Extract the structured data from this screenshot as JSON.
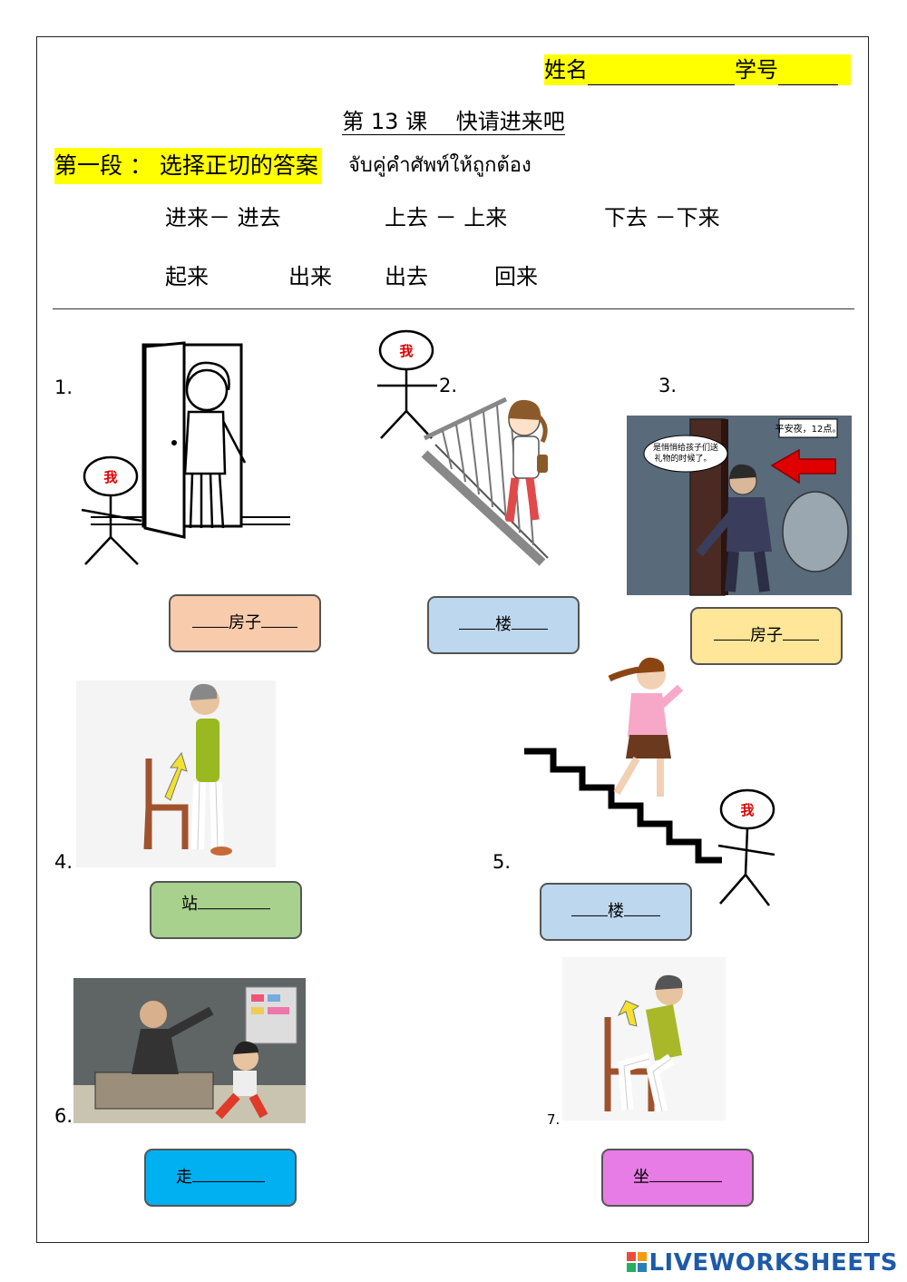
{
  "header": {
    "name_label": "姓名",
    "id_label": "学号",
    "lesson_title": "第 13 课　 快请进来吧"
  },
  "section1": {
    "title": "第一段 ： 选择正切的答案",
    "thai_instruction": "จับคู่คำศัพท์ให้ถูกต้อง"
  },
  "word_bank": {
    "row1": [
      "进来－ 进去",
      "上去 － 上来",
      "下去 －下来"
    ],
    "row2": [
      "起来",
      "出来",
      "出去",
      "回来"
    ]
  },
  "figure_text": {
    "me": "我",
    "sign": "平安夜，12点。",
    "bubble_line1": "是悄悄给孩子们送",
    "bubble_line2": "礼物的时候了。"
  },
  "questions": [
    {
      "number": "1.",
      "prefix": "",
      "word": "房子",
      "suffix": "",
      "color": "#f8cbad"
    },
    {
      "number": "2.",
      "prefix": "",
      "word": "楼",
      "suffix": "",
      "color": "#bdd7ee"
    },
    {
      "number": "3.",
      "prefix": "",
      "word": "房子",
      "suffix": "",
      "color": "#ffe699"
    },
    {
      "number": "4.",
      "prefix": "站",
      "word": "",
      "suffix": "",
      "color": "#a9d18e"
    },
    {
      "number": "5.",
      "prefix": "",
      "word": "楼",
      "suffix": "",
      "color": "#bdd7ee"
    },
    {
      "number": "6.",
      "prefix": "走",
      "word": "",
      "suffix": "",
      "color": "#00b0f0"
    },
    {
      "number": "7.",
      "prefix": "坐",
      "word": "",
      "suffix": "",
      "color": "#e87ce6"
    }
  ],
  "footer": {
    "brand": "LIVEWORKSHEETS"
  }
}
